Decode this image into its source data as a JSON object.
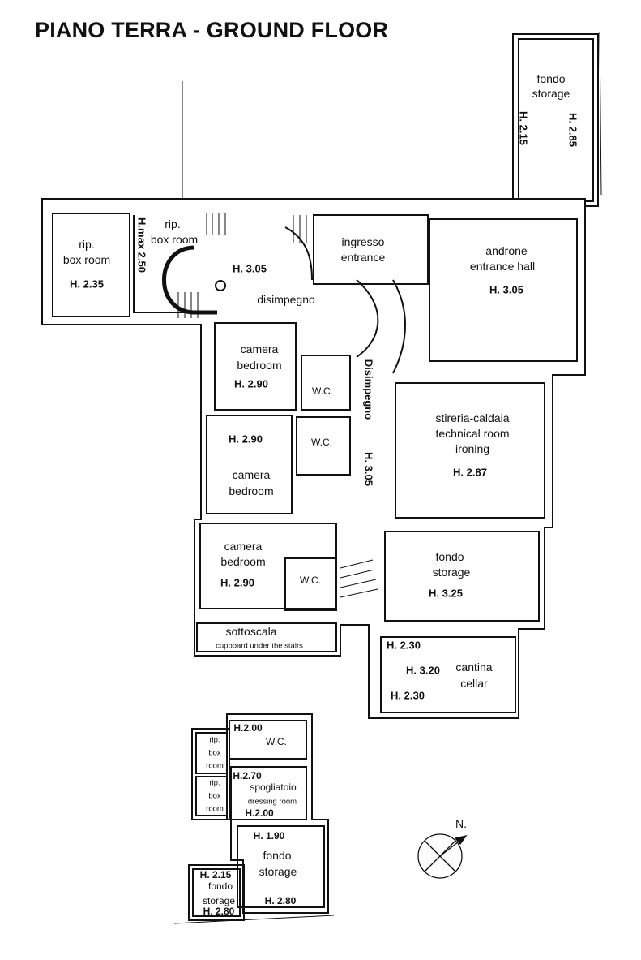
{
  "title": "PIANO TERRA - GROUND FLOOR",
  "north_label": "N.",
  "rooms": {
    "storage_top": {
      "name": "fondo",
      "en": "storage",
      "h1": "H. 2.85",
      "h2": "H. 2.15"
    },
    "box_left": {
      "name": "rip.",
      "en": "box room",
      "h": "H. 2.35"
    },
    "hmax": "H.max 2.50",
    "box_stair": {
      "name": "rip.",
      "en": "box room"
    },
    "hall": {
      "h": "H. 3.05",
      "name": "disimpegno"
    },
    "ingresso": {
      "name": "ingresso",
      "en": "entrance"
    },
    "androne": {
      "name": "androne",
      "en": "entrance hall",
      "h": "H. 3.05"
    },
    "camera1": {
      "name": "camera",
      "en": "bedroom",
      "h": "H. 2.90",
      "wc": "W.C."
    },
    "corridor": {
      "name": "Disimpegno",
      "h": "H. 3.05"
    },
    "stireria": {
      "name": "stireria-caldaia",
      "en1": "technical room",
      "en2": "ironing",
      "h": "H. 2.87"
    },
    "camera2": {
      "name": "camera",
      "en": "bedroom",
      "h": "H. 2.90",
      "wc": "W.C."
    },
    "camera3": {
      "name": "camera",
      "en": "bedroom",
      "h": "H. 2.90",
      "wc": "W.C."
    },
    "fondo": {
      "name": "fondo",
      "en": "storage",
      "h": "H. 3.25"
    },
    "sottoscala": {
      "name": "sottoscala",
      "en": "cupboard under the stairs"
    },
    "cantina": {
      "name": "cantina",
      "en": "cellar",
      "h1": "H. 2.30",
      "h2": "H. 3.20",
      "h3": "H. 2.30"
    },
    "annex": {
      "wc": {
        "name": "W.C.",
        "h": "H.2.00"
      },
      "rip1": {
        "l1": "rip.",
        "l2": "box",
        "l3": "room"
      },
      "rip2": {
        "l1": "rip.",
        "l2": "box",
        "l3": "room"
      },
      "spogliatoio": {
        "name": "spogliatoio",
        "en": "dressing room",
        "h1": "H.2.70",
        "h2": "H.2.00"
      },
      "fondo": {
        "name": "fondo",
        "en": "storage",
        "h1": "H. 1.90",
        "h2": "H. 2.80"
      },
      "fondo_small": {
        "name": "fondo",
        "en": "storage",
        "h1": "H. 2.15",
        "h2": "H. 2.80"
      }
    }
  }
}
